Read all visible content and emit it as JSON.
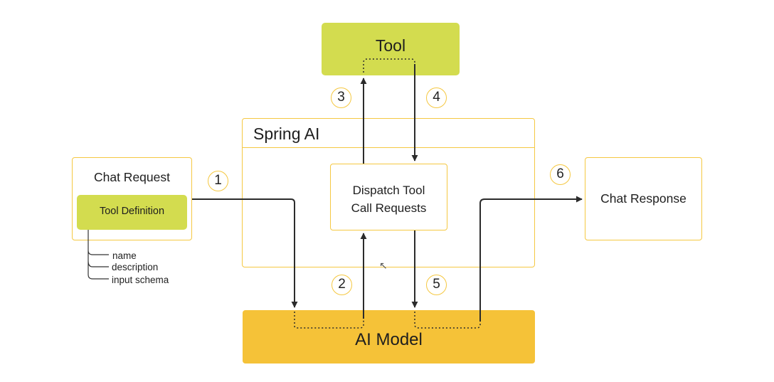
{
  "nodes": {
    "tool": "Tool",
    "spring_ai": "Spring AI",
    "dispatch": "Dispatch Tool\nCall Requests",
    "chat_request": "Chat Request",
    "tool_definition": "Tool Definition",
    "chat_response": "Chat Response",
    "ai_model": "AI Model"
  },
  "tool_definition_fields": [
    "name",
    "description",
    "input schema"
  ],
  "steps": [
    "1",
    "2",
    "3",
    "4",
    "5",
    "6"
  ],
  "colors": {
    "accent_green": "#d3dc4f",
    "accent_yellow": "#f5c238",
    "outline_yellow": "#f5c842",
    "arrow": "#2b2b2b"
  }
}
